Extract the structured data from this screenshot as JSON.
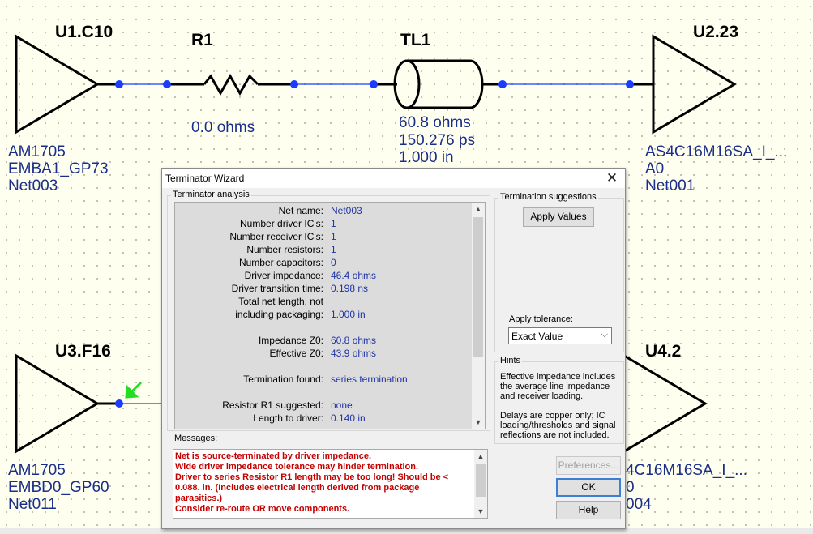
{
  "schematic": {
    "u1": {
      "ref": "U1.C10",
      "part": "AM1705",
      "pin": "EMBA1_GP73",
      "net": "Net003"
    },
    "r1": {
      "ref": "R1",
      "value": "0.0 ohms"
    },
    "tl1": {
      "ref": "TL1",
      "impedance": "60.8 ohms",
      "delay": "150.276 ps",
      "length": "1.000 in"
    },
    "u2": {
      "ref": "U2.23",
      "part": "AS4C16M16SA_I_...",
      "pin": "A0",
      "net": "Net001"
    },
    "u3": {
      "ref": "U3.F16",
      "part": "AM1705",
      "pin": "EMBD0_GP60",
      "net": "Net011"
    },
    "u4": {
      "ref": "U4.2",
      "part": "4C16M16SA_I_...",
      "pin": "0",
      "net": "004"
    }
  },
  "dialog": {
    "title": "Terminator Wizard",
    "analysis": {
      "caption": "Terminator analysis",
      "rows": [
        {
          "k": "Net name:",
          "v": "Net003"
        },
        {
          "k": "Number driver IC's:",
          "v": "1"
        },
        {
          "k": "Number receiver IC's:",
          "v": "1"
        },
        {
          "k": "Number resistors:",
          "v": "1"
        },
        {
          "k": "Number capacitors:",
          "v": "0"
        },
        {
          "k": "Driver impedance:",
          "v": "46.4 ohms"
        },
        {
          "k": "Driver transition time:",
          "v": "0.198 ns"
        },
        {
          "k": "Total net length, not",
          "v": ""
        },
        {
          "k": "including packaging:",
          "v": "1.000 in"
        },
        {
          "k": "Impedance Z0:",
          "v": "60.8 ohms"
        },
        {
          "k": "Effective Z0:",
          "v": "43.9 ohms"
        },
        {
          "k": "Termination found:",
          "v": "series termination"
        },
        {
          "k": "Resistor R1 suggested:",
          "v": "none"
        },
        {
          "k": "Length to driver:",
          "v": "0.140 in"
        }
      ]
    },
    "messages": {
      "caption": "Messages:",
      "lines": [
        "Net is source-terminated by driver impedance.",
        "Wide driver impedance tolerance may hinder termination.",
        "Driver to series Resistor R1 length may be too long! Should be <",
        "0.088. in. (Includes electrical length derived from package",
        "parasitics.)",
        "Consider re-route OR move components."
      ]
    },
    "suggestions": {
      "caption": "Termination suggestions",
      "apply_values": "Apply Values",
      "tolerance_label": "Apply tolerance:",
      "tolerance_value": "Exact Value"
    },
    "hints": {
      "caption": "Hints",
      "lines": [
        "Effective impedance includes",
        "the average line impedance",
        "and receiver loading.",
        "",
        "Delays are copper only; IC",
        "loading/thresholds and signal",
        "reflections are not  included."
      ]
    },
    "buttons": {
      "preferences": "Preferences...",
      "ok": "OK",
      "help": "Help"
    }
  }
}
